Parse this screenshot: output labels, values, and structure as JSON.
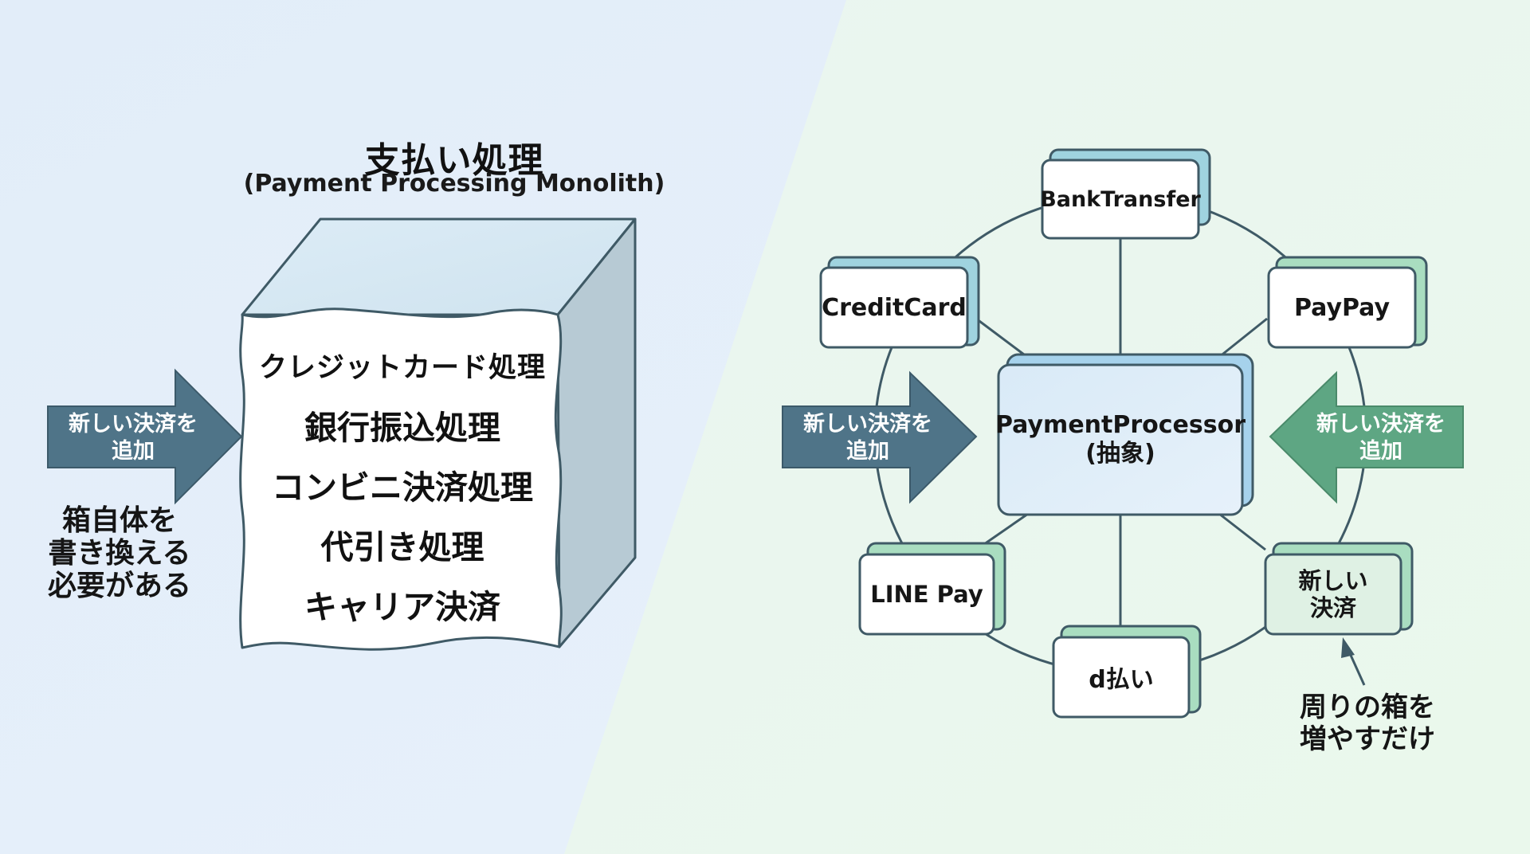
{
  "colors": {
    "bg_left": "#e5eff9",
    "bg_right": "#eaf6ee",
    "stroke": "#3f5a66",
    "box_top": "#d6e8f3",
    "box_side": "#b8ccd6",
    "arrow_left": "#4f7488",
    "arrow_right": "#5ea683",
    "card_back_blue": "#9fd2de",
    "card_back_green": "#a9ddc0",
    "center_front": "#dcecf7",
    "center_back": "#a6d2ec",
    "new_card_front": "#dff1e4"
  },
  "left_panel": {
    "title": "支払い処理",
    "subtitle": "(Payment Processing Monolith)",
    "box_items": [
      "クレジットカード処理",
      "銀行振込処理",
      "コンビニ決済処理",
      "代引き処理",
      "キャリア決済"
    ],
    "arrow_label_line1": "新しい決済を",
    "arrow_label_line2": "追加",
    "note_line1": "箱自体を",
    "note_line2": "書き換える",
    "note_line3": "必要がある"
  },
  "right_panel": {
    "center": {
      "line1": "PaymentProcessor",
      "line2": "(抽象)"
    },
    "nodes": {
      "bank_transfer": "BankTransfer",
      "credit_card": "CreditCard",
      "paypay": "PayPay",
      "line_pay": "LINE Pay",
      "d_barai": "d払い",
      "new_payment_line1": "新しい",
      "new_payment_line2": "決済"
    },
    "arrow_left_line1": "新しい決済を",
    "arrow_left_line2": "追加",
    "arrow_right_line1": "新しい決済を",
    "arrow_right_line2": "追加",
    "note_line1": "周りの箱を",
    "note_line2": "増やすだけ"
  }
}
